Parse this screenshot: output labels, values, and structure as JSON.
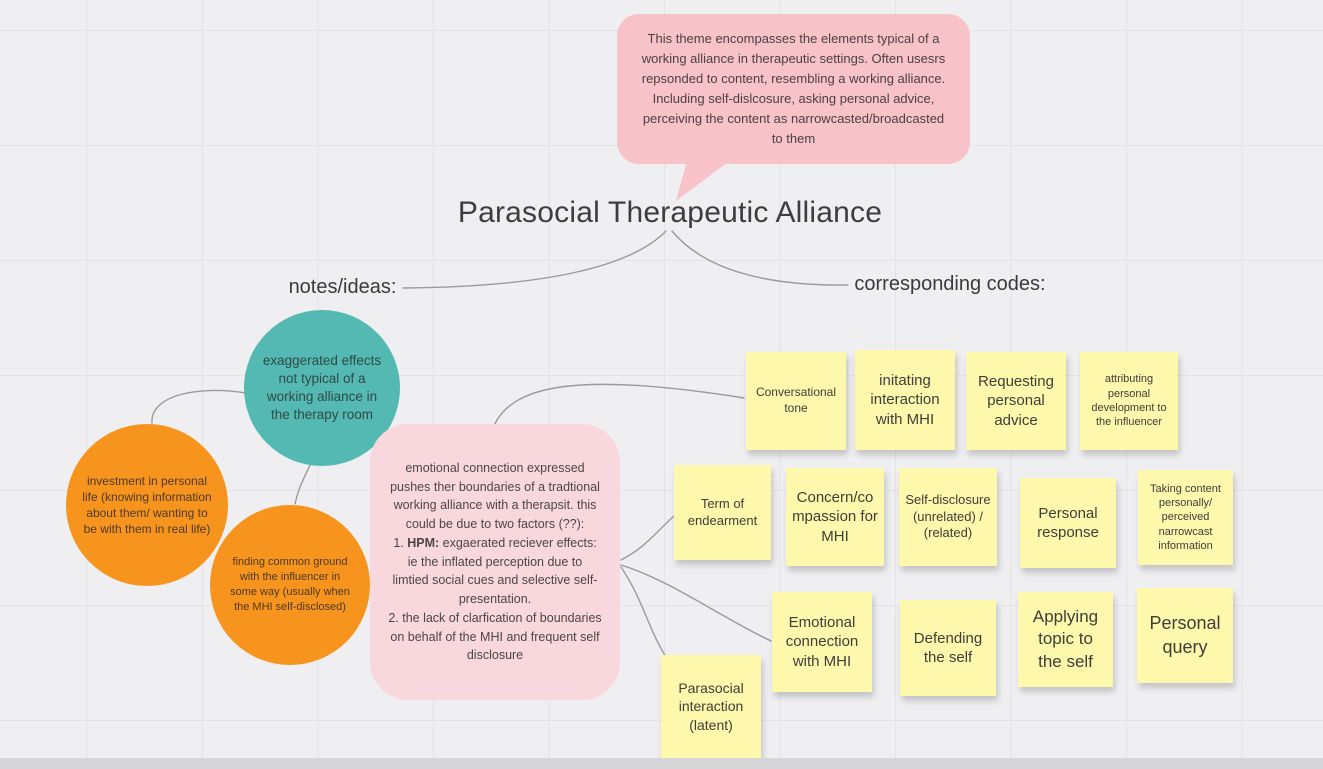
{
  "title": "Parasocial Therapeutic Alliance",
  "bubble": {
    "text": "This theme encompasses the elements typical of a working alliance in therapeutic settings. Often usesrs repsonded to content, resembling a working alliance. Including self-dislcosure, asking personal advice, perceiving the content as narrowcasted/broadcasted to them",
    "color": "#f8c2c9"
  },
  "section_labels": {
    "notes": "notes/ideas:",
    "codes": "corresponding codes:"
  },
  "circles": [
    {
      "text": "exaggerated effects not typical of a working alliance in the therapy room",
      "color": "#54b9b2"
    },
    {
      "text": "investment in personal life (knowing information about them/ wanting to be with them in real life)",
      "color": "#f7941e"
    },
    {
      "text": "finding common ground with the influencer in some way (usually when the MHI self-disclosed)",
      "color": "#f7941e"
    }
  ],
  "pink_note": {
    "part1": "emotional connection expressed pushes ther boundaries of a tradtional working alliance with a therapsit. this could be due to two factors (??):\n1. ",
    "bold": "HPM:",
    "part2": " exgaerated reciever effects: ie the inflated perception due to limtied social cues and selective self-presentation.\n2. the lack of clarfication of boundaries on behalf of the MHI and frequent self disclosure",
    "color": "#f8d8dd"
  },
  "stickies": [
    {
      "text": "Conversational tone"
    },
    {
      "text": "initating interaction with MHI"
    },
    {
      "text": "Requesting personal advice"
    },
    {
      "text": "attributing personal development to the influencer"
    },
    {
      "text": "Term of endearment"
    },
    {
      "text": "Concern/compassion for MHI"
    },
    {
      "text": "Self-disclosure (unrelated) / (related)"
    },
    {
      "text": "Personal response"
    },
    {
      "text": "Taking content personally/ perceived narrowcast information"
    },
    {
      "text": "Emotional connection with MHI"
    },
    {
      "text": "Defending the self"
    },
    {
      "text": "Applying topic to the self"
    },
    {
      "text": "Personal query"
    },
    {
      "text": "Parasocial interaction (latent)"
    }
  ],
  "colors": {
    "sticky": "#fdf8ab",
    "canvas_background": "#efeff1",
    "grid_line": "#e3e3e6",
    "connector": "#9a9a9a"
  }
}
